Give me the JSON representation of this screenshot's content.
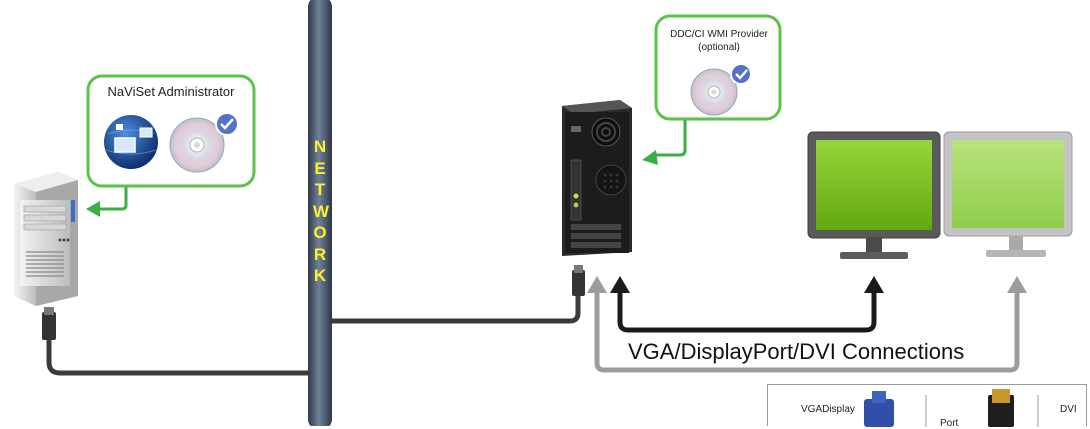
{
  "admin_callout": {
    "title": "NaViSet Administrator"
  },
  "ddc_callout": {
    "title_line1": "DDC/CI WMI Provider",
    "title_line2": "(optional)"
  },
  "network": {
    "label": "NETWORK"
  },
  "connections": {
    "label": "VGA/DisplayPort/DVI Connections"
  },
  "legend": {
    "vga_label": "VGADisplay",
    "port_label": "Port",
    "dvi_label": "DVI"
  },
  "colors": {
    "callout_green": "#5cc24a",
    "arrow_green": "#3cae46",
    "pole": "#4c5d73",
    "network_text": "#ffee2a",
    "monitor_screen": "#7fc41f",
    "monitor_screen_right": "#a4db63",
    "cable": "#3a3a3a",
    "gray_arrow": "#9c9c9c"
  }
}
